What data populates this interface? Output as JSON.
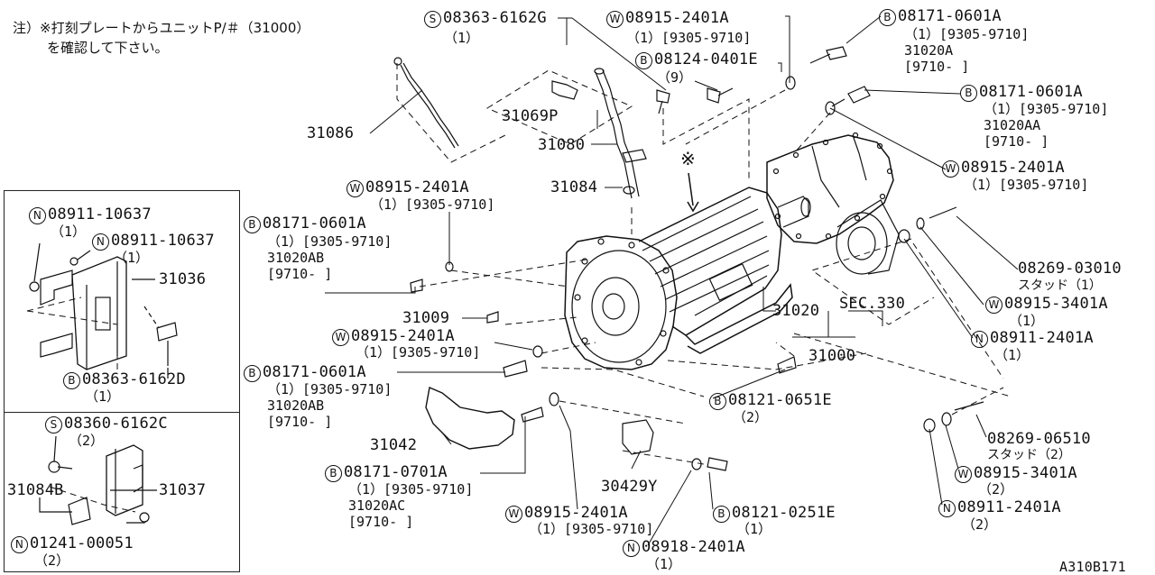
{
  "note": {
    "line1": "注）※打刻プレートからユニットP/＃（31000）",
    "line2": "を確認して下さい。"
  },
  "diagram_id": "A310B171",
  "callouts": [
    {
      "id": "c1",
      "badge": "S",
      "code": "08363-6162G",
      "qty": "（1）"
    },
    {
      "id": "c2",
      "badge": "W",
      "code": "08915-2401A",
      "qty": "（1）[9305-9710]"
    },
    {
      "id": "c3",
      "badge": "B",
      "code": "08124-0401E",
      "qty": "（9）"
    },
    {
      "id": "c4",
      "badge": "B",
      "code": "08171-0601A",
      "qty": "（1）[9305-9710]",
      "sub": "31020A",
      "range": "[9710-    ]"
    },
    {
      "id": "c5",
      "badge": "B",
      "code": "08171-0601A",
      "qty": "（1）[9305-9710]",
      "sub": "31020AA",
      "range": "[9710-    ]"
    },
    {
      "id": "c6",
      "badge": "W",
      "code": "08915-2401A",
      "qty": "（1）[9305-9710]"
    },
    {
      "id": "c7",
      "badge": "",
      "code": "08269-03010",
      "qty": "スタッド（1）"
    },
    {
      "id": "c8",
      "badge": "W",
      "code": "08915-3401A",
      "qty": "（1）"
    },
    {
      "id": "c9",
      "badge": "N",
      "code": "08911-2401A",
      "qty": "（1）"
    },
    {
      "id": "c10",
      "badge": "W",
      "code": "08915-2401A",
      "qty": "（1）[9305-9710]"
    },
    {
      "id": "c11",
      "badge": "B",
      "code": "08171-0601A",
      "qty": "（1）[9305-9710]",
      "sub": "31020AB",
      "range": "[9710-    ]"
    },
    {
      "id": "c12",
      "badge": "W",
      "code": "08915-2401A",
      "qty": "（1）[9305-9710]"
    },
    {
      "id": "c13",
      "badge": "B",
      "code": "08171-0601A",
      "qty": "（1）[9305-9710]",
      "sub": "31020AB",
      "range": "[9710-    ]"
    },
    {
      "id": "c14",
      "badge": "B",
      "code": "08121-0651E",
      "qty": "（2）"
    },
    {
      "id": "c15",
      "badge": "",
      "code": "08269-06510",
      "qty": "スタッド（2）"
    },
    {
      "id": "c16",
      "badge": "W",
      "code": "08915-3401A",
      "qty": "（2）"
    },
    {
      "id": "c17",
      "badge": "N",
      "code": "08911-2401A",
      "qty": "（2）"
    },
    {
      "id": "c18",
      "badge": "B",
      "code": "08171-0701A",
      "qty": "（1）[9305-9710]",
      "sub": "31020AC",
      "range": "[9710-    ]"
    },
    {
      "id": "c19",
      "badge": "W",
      "code": "08915-2401A",
      "qty": "（1）[9305-9710]"
    },
    {
      "id": "c20",
      "badge": "B",
      "code": "08121-0251E",
      "qty": "（1）"
    },
    {
      "id": "c21",
      "badge": "N",
      "code": "08918-2401A",
      "qty": "（1）"
    }
  ],
  "part_numbers": {
    "p31086": "31086",
    "p31069P": "31069P",
    "p31080": "31080",
    "p31084": "31084",
    "p31009": "31009",
    "p31042": "31042",
    "p31020": "31020",
    "pSEC": "SEC.330",
    "p31000": "31000",
    "p30429Y": "30429Y",
    "mark": "※"
  },
  "inset1": {
    "callouts": [
      {
        "badge": "N",
        "code": "08911-10637",
        "qty": "（1）"
      },
      {
        "badge": "N",
        "code": "08911-10637",
        "qty": "（1）"
      },
      {
        "badge": "B",
        "code": "08363-6162D",
        "qty": "（1）"
      }
    ],
    "part": "31036"
  },
  "inset2": {
    "callouts": [
      {
        "badge": "S",
        "code": "08360-6162C",
        "qty": "（2）"
      },
      {
        "badge": "N",
        "code": "01241-00051",
        "qty": "（2）"
      }
    ],
    "part_a": "31084B",
    "part_b": "31037"
  }
}
